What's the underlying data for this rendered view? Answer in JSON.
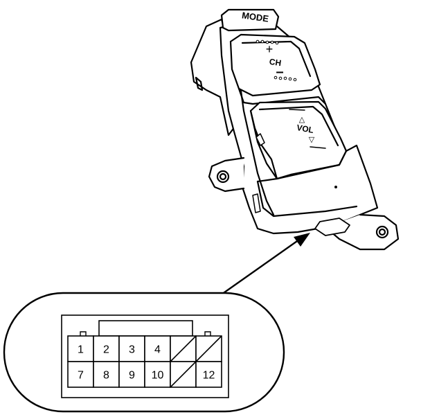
{
  "switch": {
    "mode_label": "MODE",
    "ch_label": "CH",
    "ch_plus": "+",
    "ch_minus": "–",
    "vol_label": "VOL",
    "vol_up": "△",
    "vol_down": "▽"
  },
  "connector": {
    "terminals_top": [
      "1",
      "2",
      "3",
      "4",
      "",
      ""
    ],
    "terminals_bottom": [
      "7",
      "8",
      "9",
      "10",
      "",
      "12"
    ]
  },
  "colors": {
    "line": "#000000",
    "background": "#ffffff"
  }
}
